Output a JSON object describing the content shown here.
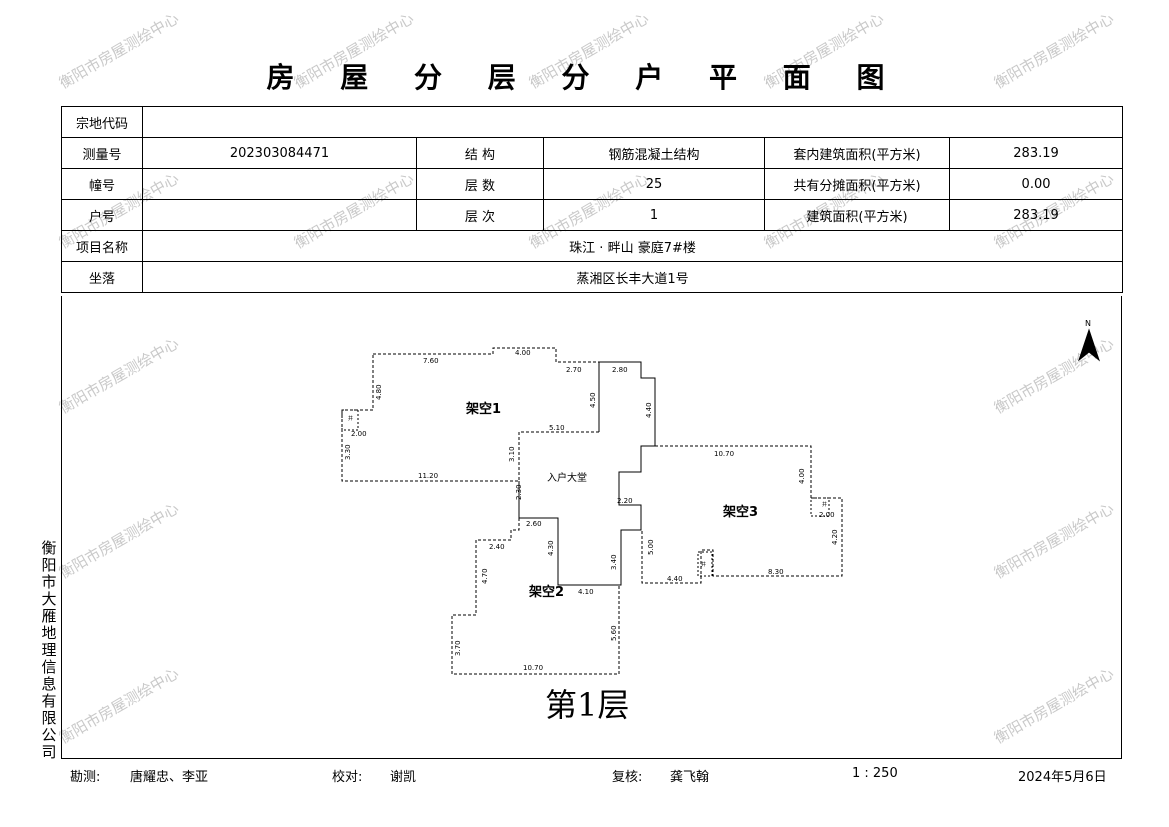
{
  "title": "房 屋 分 层 分 户 平 面 图",
  "table": {
    "r1": {
      "label": "宗地代码",
      "value": ""
    },
    "r2": {
      "l1": "测量号",
      "v1": "202303084471",
      "l2": "结 构",
      "v2": "钢筋混凝土结构",
      "l3": "套内建筑面积(平方米)",
      "v3": "283.19"
    },
    "r3": {
      "l1": "幢号",
      "v1": "",
      "l2": "层 数",
      "v2": "25",
      "l3": "共有分摊面积(平方米)",
      "v3": "0.00"
    },
    "r4": {
      "l1": "户号",
      "v1": "",
      "l2": "层 次",
      "v2": "1",
      "l3": "建筑面积(平方米)",
      "v3": "283.19"
    },
    "r5": {
      "label": "项目名称",
      "value": "珠江 · 畔山 豪庭7#楼"
    },
    "r6": {
      "label": "坐落",
      "value": "蒸湘区长丰大道1号"
    }
  },
  "plan": {
    "rooms": [
      "架空1",
      "架空2",
      "架空3",
      "入户大堂"
    ],
    "floor_label": "第1层",
    "north": "N",
    "well": "井",
    "dims": [
      "7.60",
      "4.00",
      "2.70",
      "2.80",
      "4.50",
      "4.40",
      "4.80",
      "2.00",
      "3.30",
      "11.20",
      "5.10",
      "3.10",
      "2.30",
      "2.60",
      "2.40",
      "4.70",
      "4.30",
      "3.40",
      "5.00",
      "4.10",
      "5.60",
      "3.70",
      "10.70",
      "10.70",
      "4.00",
      "2.00",
      "4.20",
      "8.30",
      "4.40",
      "2.20"
    ]
  },
  "side_text": "衡阳市大雁地理信息有限公司",
  "footer": {
    "survey_label": "勘测:",
    "survey_value": "唐耀忠、李亚",
    "check_label": "校对:",
    "check_value": "谢凯",
    "review_label": "复核:",
    "review_value": "龚飞翰",
    "scale": "1 : 250",
    "date": "2024年5月6日"
  },
  "watermark": "衡阳市房屋测绘中心"
}
